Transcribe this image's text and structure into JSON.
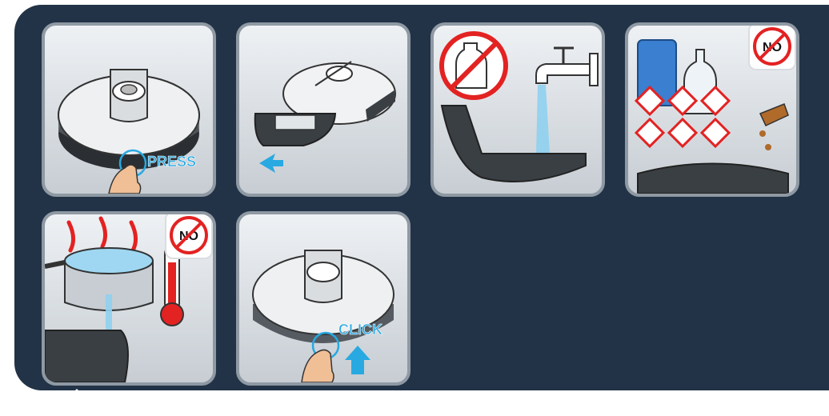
{
  "steps": [
    {
      "id": 1,
      "label": "PRESS"
    },
    {
      "id": 2
    },
    {
      "id": 3
    },
    {
      "id": 4,
      "badge": "NO"
    },
    {
      "id": 5,
      "badge": "NO"
    },
    {
      "id": 6,
      "label": "CLICK"
    }
  ],
  "colors": {
    "panel": "#223347",
    "accent": "#29a9e1",
    "forbidden": "#e32222",
    "card_border": "#8f99a3"
  },
  "icons": [
    "robot-vacuum",
    "finger-press",
    "water-tank",
    "arrow",
    "detergent-bottle",
    "faucet",
    "water-stream",
    "chemical-canister",
    "hazard-symbols",
    "boiling-pot",
    "thermometer",
    "no-sign"
  ]
}
